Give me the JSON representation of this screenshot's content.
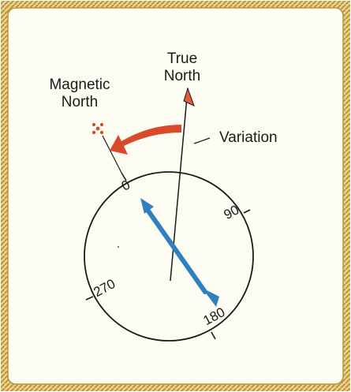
{
  "labels": {
    "true_north_line1": "True",
    "true_north_line2": "North",
    "magnetic_north_line1": "Magnetic",
    "magnetic_north_line2": "North",
    "variation": "Variation"
  },
  "dial": {
    "mark_0": "0",
    "mark_90": "90",
    "mark_180": "180",
    "mark_270": "270"
  },
  "colors": {
    "frame_rope": "#c9a24a",
    "frame_inner": "#b8963e",
    "panel_background": "#fdfcf3",
    "variation_arrow": "#d84a2a",
    "needle": "#2f7fc1",
    "true_north_flag": "#e25b3f",
    "magnetic_north_marker": "#d84a2a",
    "ink": "#1a1a1a"
  }
}
